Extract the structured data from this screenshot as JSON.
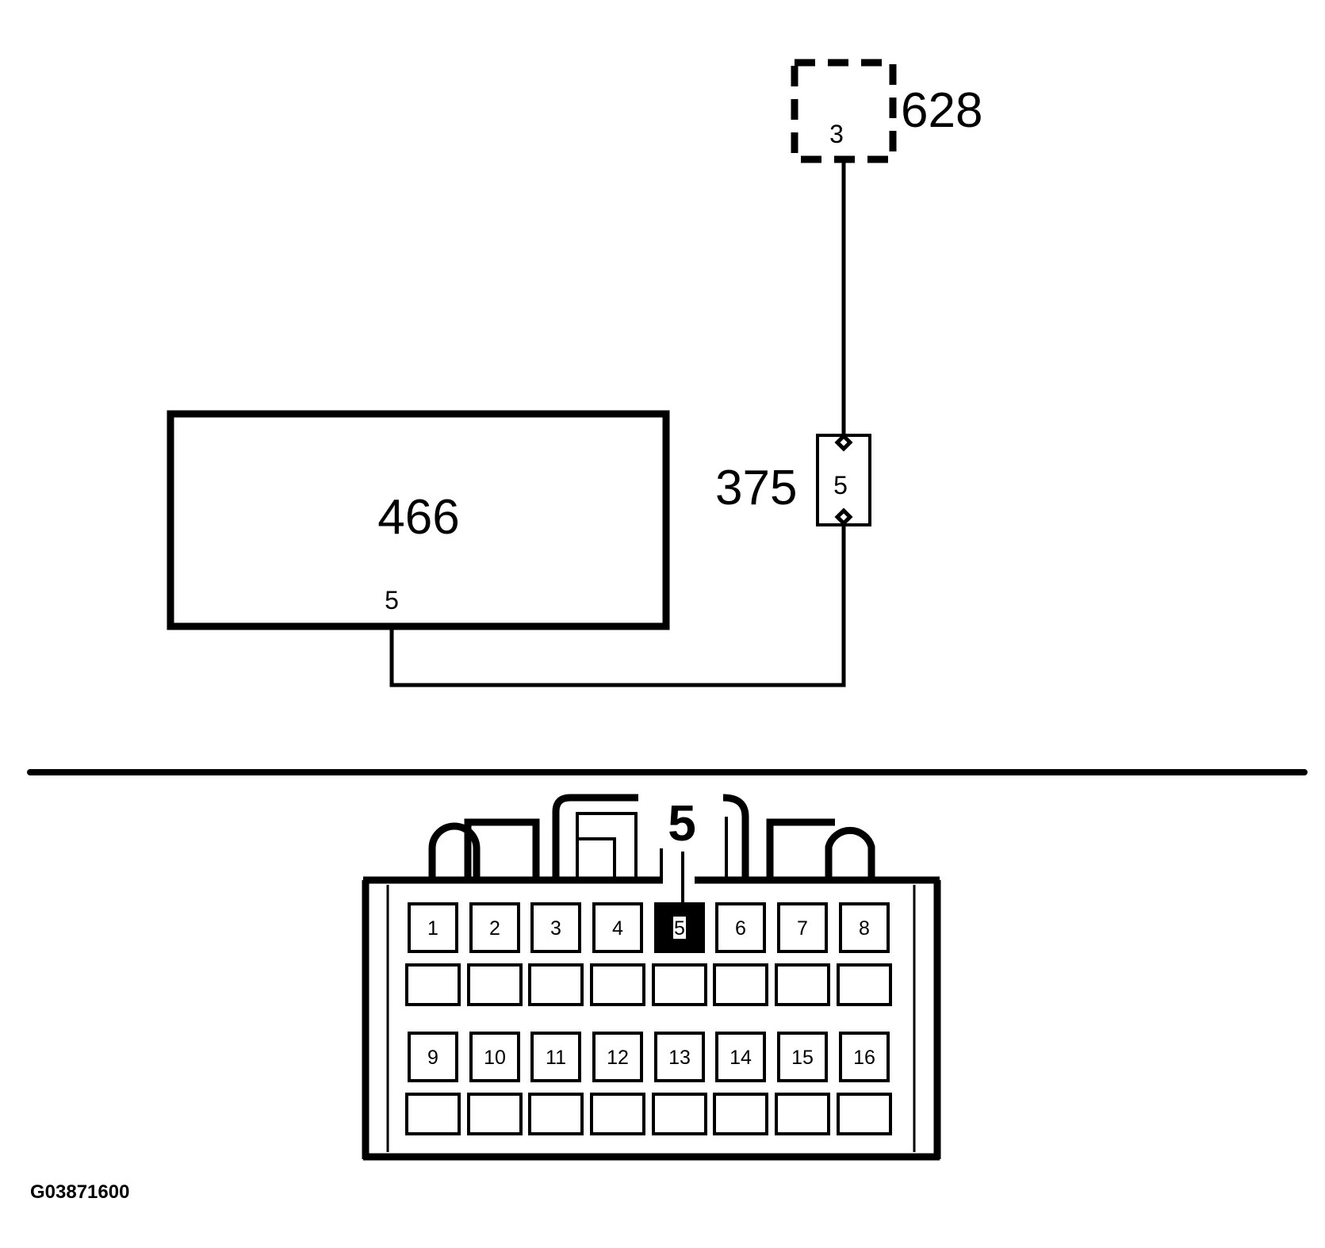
{
  "components": {
    "c628": {
      "id": "628",
      "pin": "3"
    },
    "c375": {
      "id": "375",
      "pin": "5"
    },
    "c466": {
      "id": "466",
      "pin": "5"
    }
  },
  "connector": {
    "highlight_label": "5",
    "highlighted_pin": "5",
    "pins_row1": [
      "1",
      "2",
      "3",
      "4",
      "5",
      "6",
      "7",
      "8"
    ],
    "pins_row2": [
      "9",
      "10",
      "11",
      "12",
      "13",
      "14",
      "15",
      "16"
    ]
  },
  "figure_code": "G03871600",
  "colors": {
    "line": "#000000",
    "background": "#ffffff",
    "highlight": "#000000"
  }
}
